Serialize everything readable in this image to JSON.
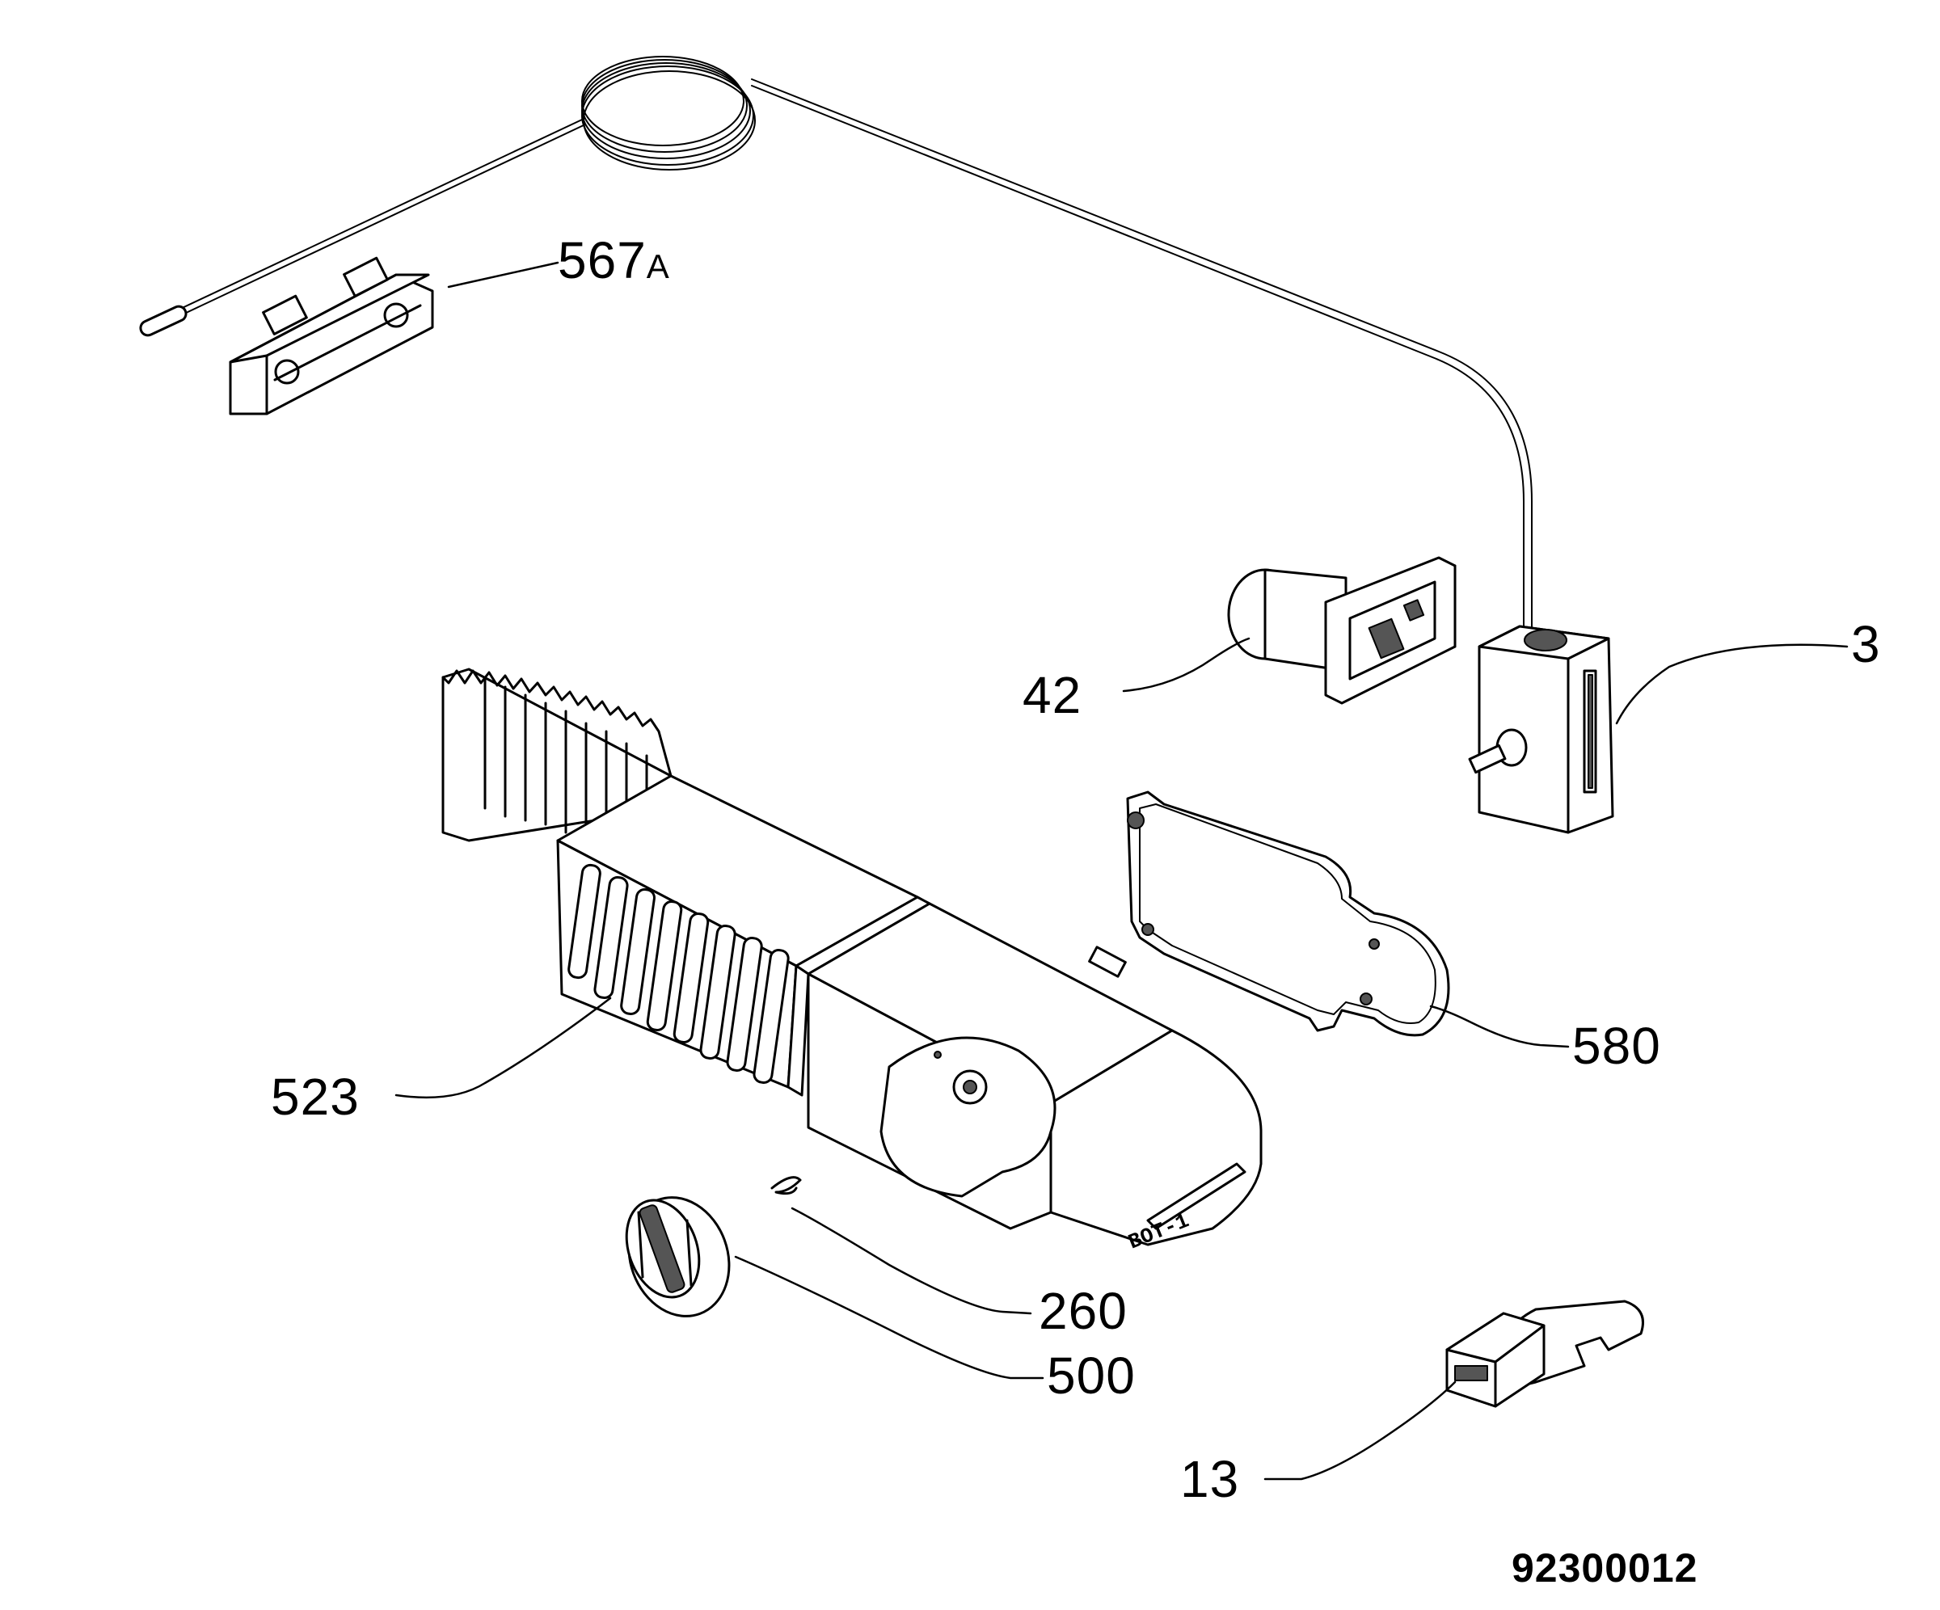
{
  "diagram": {
    "document_number": "92300012",
    "callouts": [
      {
        "id": "567A",
        "number": "567",
        "suffix": "A"
      },
      {
        "id": "3",
        "number": "3",
        "suffix": ""
      },
      {
        "id": "42",
        "number": "42",
        "suffix": ""
      },
      {
        "id": "523",
        "number": "523",
        "suffix": ""
      },
      {
        "id": "580",
        "number": "580",
        "suffix": ""
      },
      {
        "id": "260",
        "number": "260",
        "suffix": ""
      },
      {
        "id": "500",
        "number": "500",
        "suffix": ""
      },
      {
        "id": "13",
        "number": "13",
        "suffix": ""
      }
    ],
    "housing_marking": "BOT-1"
  }
}
